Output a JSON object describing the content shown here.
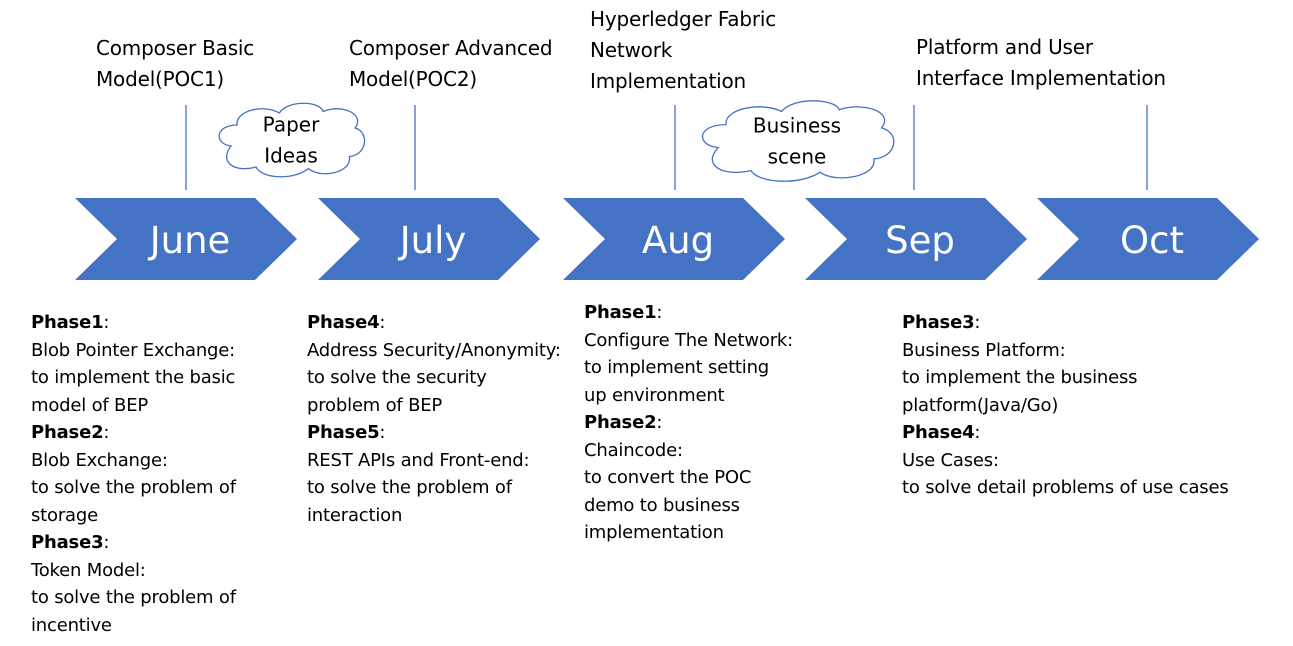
{
  "colors": {
    "chevron": "#4472C4",
    "chevron_text": "#FFFFFF",
    "connector": "#4472C4",
    "cloud_fill": "#ffffff",
    "cloud_stroke": "#4472C4"
  },
  "months": [
    {
      "label": "June"
    },
    {
      "label": "July"
    },
    {
      "label": "Aug"
    },
    {
      "label": "Sep"
    },
    {
      "label": "Oct"
    }
  ],
  "milestones": [
    {
      "lines": [
        "Composer Basic",
        "Model(POC1)"
      ]
    },
    {
      "lines": [
        "Composer Advanced",
        "Model(POC2)"
      ]
    },
    {
      "lines": [
        "Hyperledger Fabric",
        "Network",
        "Implementation"
      ]
    },
    {
      "lines": [
        "Platform and User",
        "Interface Implementation"
      ]
    }
  ],
  "clouds": [
    {
      "lines": [
        "Paper",
        "Ideas"
      ]
    },
    {
      "lines": [
        "Business",
        "scene"
      ]
    }
  ],
  "phase_columns": [
    {
      "phases": [
        {
          "head": "Phase1",
          "title": "Blob Pointer Exchange:",
          "desc": [
            "to implement the basic",
            "model of BEP"
          ]
        },
        {
          "head": "Phase2",
          "title": "Blob Exchange:",
          "desc": [
            "to solve the problem of",
            "storage"
          ]
        },
        {
          "head": "Phase3",
          "title": "Token Model:",
          "desc": [
            "to solve the problem of",
            "incentive"
          ]
        }
      ]
    },
    {
      "phases": [
        {
          "head": "Phase4",
          "title": "Address Security/Anonymity:",
          "desc": [
            "to solve the security",
            "problem of BEP"
          ]
        },
        {
          "head": "Phase5",
          "title": "REST APIs and Front-end:",
          "desc": [
            "to solve the problem of",
            "interaction"
          ]
        }
      ]
    },
    {
      "phases": [
        {
          "head": "Phase1",
          "title": "Configure The Network:",
          "desc": [
            "to implement setting",
            "up environment"
          ]
        },
        {
          "head": "Phase2",
          "title": "Chaincode:",
          "desc": [
            "to convert the POC",
            "demo to business",
            "implementation"
          ]
        }
      ]
    },
    {
      "phases": [
        {
          "head": "Phase3",
          "title": "Business Platform:",
          "desc": [
            "to implement the business",
            "platform(Java/Go)"
          ]
        },
        {
          "head": "Phase4",
          "title": "Use Cases:",
          "desc": [
            "to solve detail problems of use cases"
          ]
        }
      ]
    }
  ]
}
